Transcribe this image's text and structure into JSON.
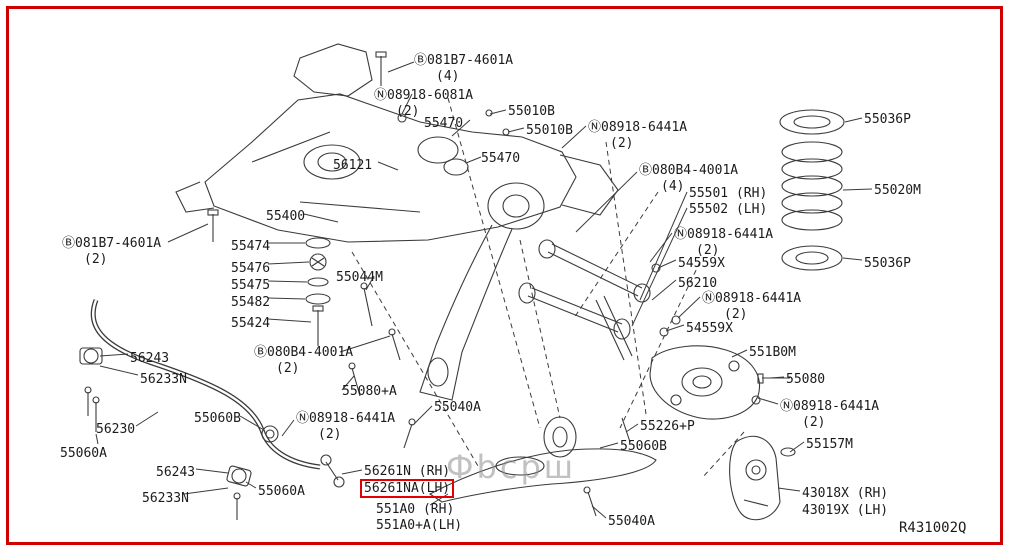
{
  "diagram": {
    "ref_code": "R431002Q",
    "watermark": "Фbcpш",
    "highlight_color": "#e40000",
    "labels": [
      {
        "text": "Ⓑ081B7-4601A"
      },
      {
        "text": "(4)"
      },
      {
        "text": "Ⓝ08918-6081A"
      },
      {
        "text": "(2)"
      },
      {
        "text": "55470"
      },
      {
        "text": "55010B"
      },
      {
        "text": "55010B"
      },
      {
        "text": "Ⓝ08918-6441A"
      },
      {
        "text": "(2)"
      },
      {
        "text": "55036P"
      },
      {
        "text": "56121"
      },
      {
        "text": "55470"
      },
      {
        "text": "Ⓑ080B4-4001A"
      },
      {
        "text": "(4)"
      },
      {
        "text": "55501 (RH)"
      },
      {
        "text": "55502 (LH)"
      },
      {
        "text": "55020M"
      },
      {
        "text": "55400"
      },
      {
        "text": "Ⓑ081B7-4601A"
      },
      {
        "text": "(2)"
      },
      {
        "text": "55474"
      },
      {
        "text": "Ⓝ08918-6441A"
      },
      {
        "text": "(2)"
      },
      {
        "text": "55476"
      },
      {
        "text": "54559X"
      },
      {
        "text": "55036P"
      },
      {
        "text": "55475"
      },
      {
        "text": "55044M"
      },
      {
        "text": "56210"
      },
      {
        "text": "55482"
      },
      {
        "text": "Ⓝ08918-6441A"
      },
      {
        "text": "(2)"
      },
      {
        "text": "55424"
      },
      {
        "text": "54559X"
      },
      {
        "text": "Ⓑ080B4-4001A"
      },
      {
        "text": "(2)"
      },
      {
        "text": "551B0M"
      },
      {
        "text": "56243"
      },
      {
        "text": "56233N"
      },
      {
        "text": "55080"
      },
      {
        "text": "55080+A"
      },
      {
        "text": "Ⓝ08918-6441A"
      },
      {
        "text": "(2)"
      },
      {
        "text": "55040A"
      },
      {
        "text": "55060B"
      },
      {
        "text": "Ⓝ08918-6441A"
      },
      {
        "text": "(2)"
      },
      {
        "text": "56230"
      },
      {
        "text": "55226+P"
      },
      {
        "text": "55060A"
      },
      {
        "text": "55060B"
      },
      {
        "text": "55157M"
      },
      {
        "text": "56243"
      },
      {
        "text": "56261N (RH)"
      },
      {
        "text": "56261NA(LH)"
      },
      {
        "text": "55060A"
      },
      {
        "text": "56233N"
      },
      {
        "text": "43018X (RH)"
      },
      {
        "text": "43019X (LH)"
      },
      {
        "text": "551A0 (RH)"
      },
      {
        "text": "551A0+A(LH)"
      },
      {
        "text": "55040A"
      },
      {
        "text": "R431002Q"
      }
    ]
  }
}
